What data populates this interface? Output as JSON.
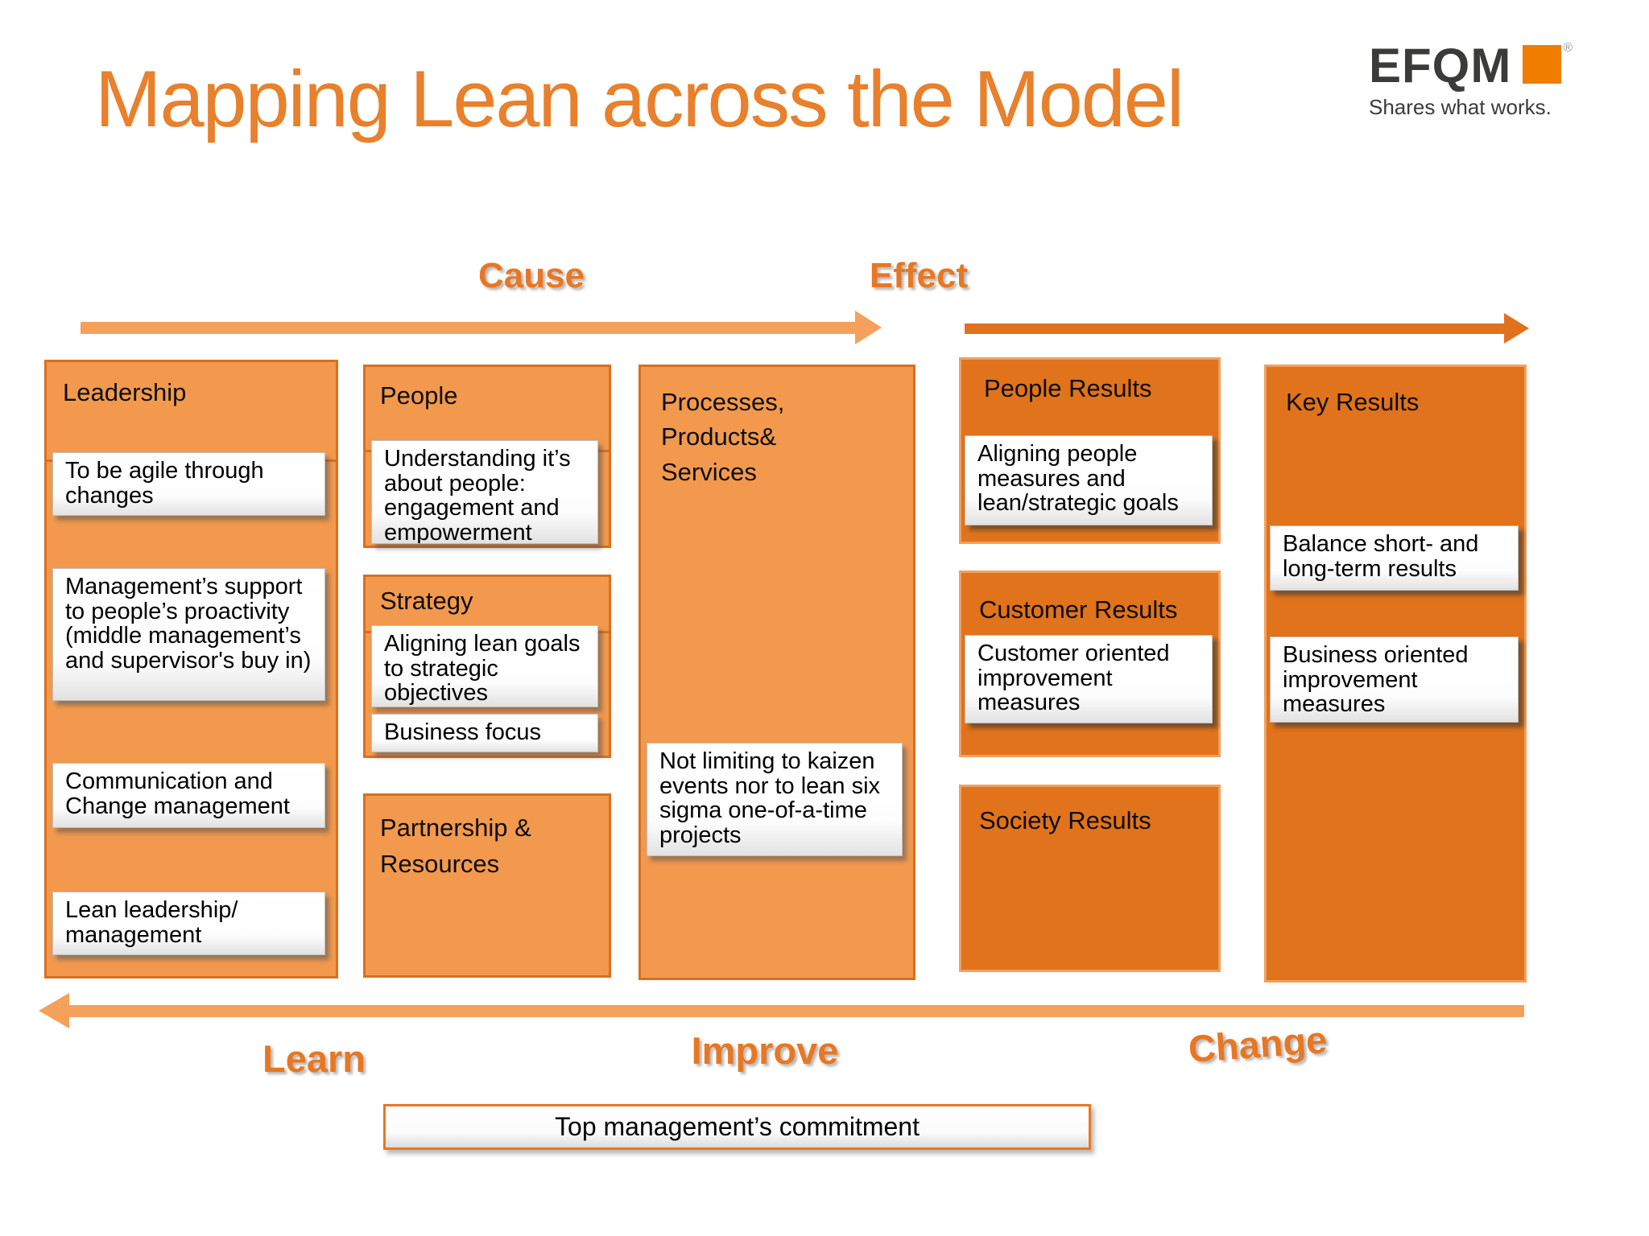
{
  "title": "Mapping Lean across the Model",
  "logo": {
    "brand": "EFQM",
    "registered_mark": "®",
    "tagline": "Shares what works."
  },
  "flow": {
    "cause": "Cause",
    "effect": "Effect",
    "learn": "Learn",
    "improve": "Improve",
    "change": "Change"
  },
  "boxes": [
    {
      "header": "Leadership",
      "items": [
        "To be agile through changes",
        "Management’s support to people’s proactivity (middle management’s and supervisor's buy in)",
        "Communication and Change management",
        "Lean leadership/ management"
      ]
    },
    {
      "header": "People",
      "items": [
        "Understanding it’s about people: engagement and empowerment"
      ]
    },
    {
      "header": "Strategy",
      "items": [
        "Aligning lean goals to strategic objectives",
        "Business focus"
      ]
    },
    {
      "header": "Partnership &\nResources",
      "items": []
    },
    {
      "header": "Processes,\nProducts&\nServices",
      "items": [
        "Not limiting to kaizen events nor to lean six sigma one-of-a-time projects"
      ]
    },
    {
      "header": "People Results",
      "items": [
        "Aligning people measures and lean/strategic goals"
      ]
    },
    {
      "header": "Customer Results",
      "items": [
        "Customer oriented improvement measures"
      ]
    },
    {
      "header": "Society Results",
      "items": []
    },
    {
      "header": "Key Results",
      "items": [
        "Balance short- and long-term results",
        "Business oriented improvement measures"
      ]
    }
  ],
  "banner": "Top management’s commitment",
  "colors": {
    "title_text": "#E8802C",
    "flow_label": "#E87722",
    "arrow_light": "#F5A05B",
    "arrow_dark": "#E2711D",
    "box_fill_light": "#F2994E",
    "box_border_light": "#D8701E",
    "box_fill_dark": "#E0731B",
    "box_border_dark": "#F2A05F",
    "logo_text": "#3B3B3A",
    "logo_square": "#F07D00"
  }
}
